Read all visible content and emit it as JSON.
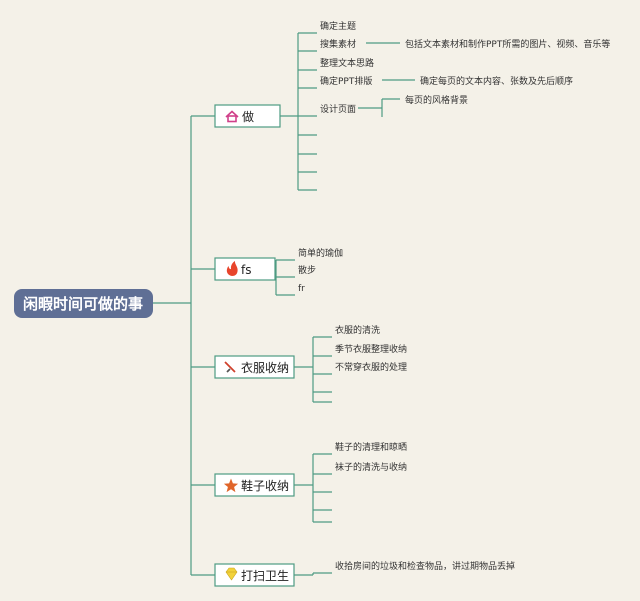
{
  "root": {
    "label": "闲暇时间可做的事",
    "color": "#5f6f95"
  },
  "branches": [
    {
      "label": "做",
      "icon": "home-icon",
      "items": [
        "确定主题",
        "搜集素材",
        "整理文本思路",
        "确定PPT排版",
        "设计页面",
        "",
        "",
        "",
        ""
      ],
      "details": {
        "1": "包括文本素材和制作PPT所需的图片、视频、音乐等",
        "3": "确定每页的文本内容、张数及先后顺序",
        "4": "每页的风格背景"
      }
    },
    {
      "label": "fs",
      "icon": "fire-icon",
      "items": [
        "简单的瑜伽",
        "散步",
        "fr"
      ]
    },
    {
      "label": "衣服收纳",
      "icon": "sword-icon",
      "items": [
        "衣服的清洗",
        "季节衣服整理收纳",
        "不常穿衣服的处理",
        "",
        ""
      ]
    },
    {
      "label": "鞋子收纳",
      "icon": "star-icon",
      "items": [
        "鞋子的清理和晾晒",
        "袜子的清洗与收纳",
        "",
        "",
        ""
      ]
    },
    {
      "label": "打扫卫生",
      "icon": "gem-icon",
      "items": [
        "收拾房间的垃圾和检查物品，讲过期物品丢掉"
      ]
    }
  ],
  "colors": {
    "line": "#4e9b83",
    "background": "#f4f1e8"
  }
}
